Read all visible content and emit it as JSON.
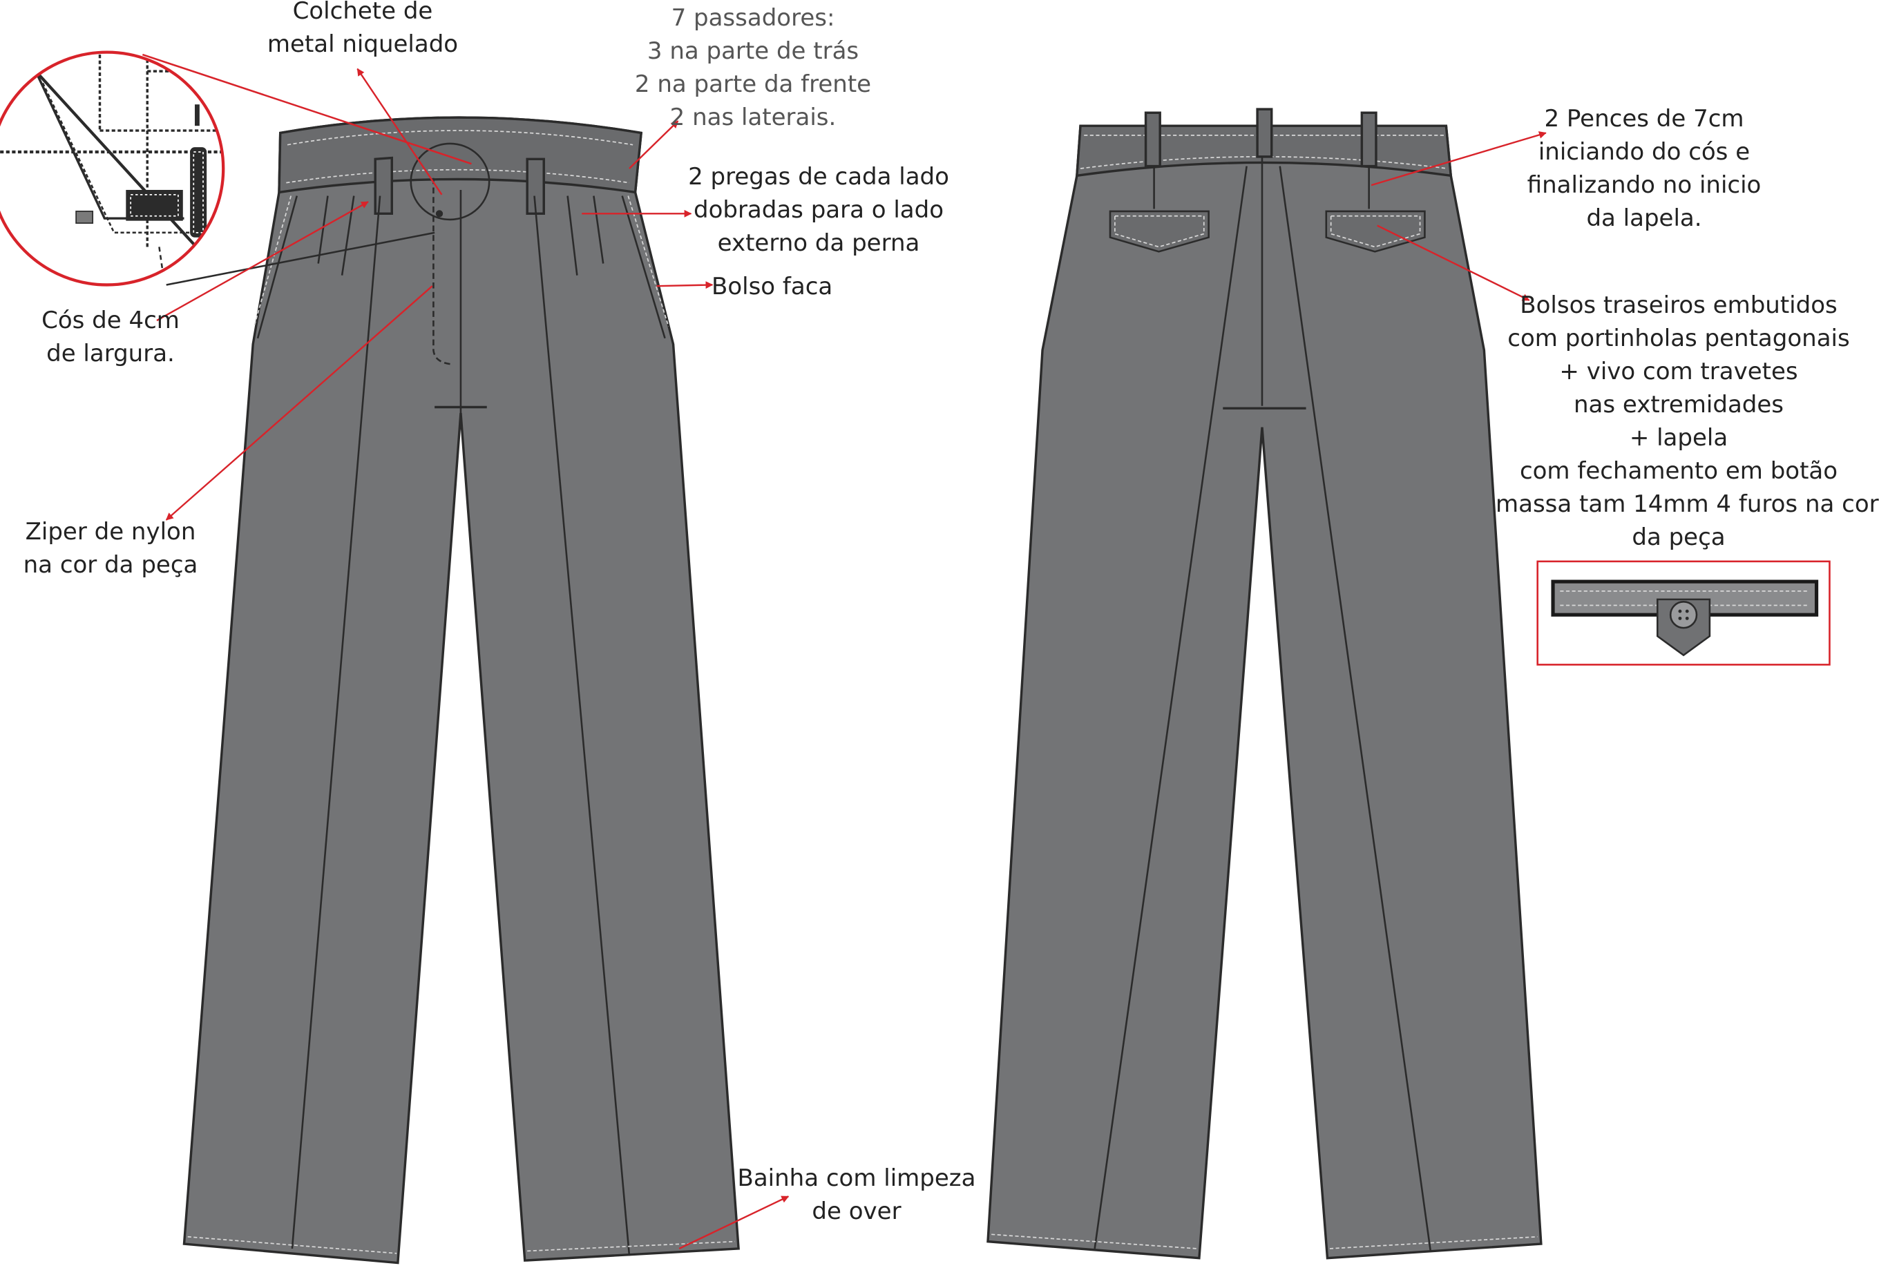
{
  "colors": {
    "fabric": "#737476",
    "outline": "#2b2b2b",
    "stitch": "#d8d8d8",
    "annotation": "#d8232a",
    "text": "#222222",
    "text_light": "#555555"
  },
  "front_view": {
    "callouts": {
      "colchete": [
        "Colchete de",
        "metal niquelado"
      ],
      "passadores": [
        "7 passadores:",
        "3 na parte de trás",
        "2 na parte da frente",
        "2 nas laterais."
      ],
      "pregas": [
        "2 pregas de cada lado",
        "dobradas para o lado",
        "externo da perna"
      ],
      "bolso_faca": [
        "Bolso faca"
      ],
      "cos": [
        "Cós de 4cm",
        "de largura."
      ],
      "ziper": [
        "Ziper de nylon",
        "na cor da peça"
      ],
      "bainha": [
        "Bainha com limpeza",
        "de over"
      ]
    }
  },
  "back_view": {
    "callouts": {
      "pences": [
        "2 Pences de 7cm",
        "iniciando do cós e",
        "finalizando no inicio",
        "da lapela."
      ],
      "bolsos": [
        "Bolsos traseiros embutidos",
        "com portinholas pentagonais",
        "+ vivo com travetes",
        "nas extremidades",
        "+ lapela",
        "com fechamento em botão",
        "massa tam 14mm 4 furos na cor",
        "da peça"
      ]
    }
  }
}
